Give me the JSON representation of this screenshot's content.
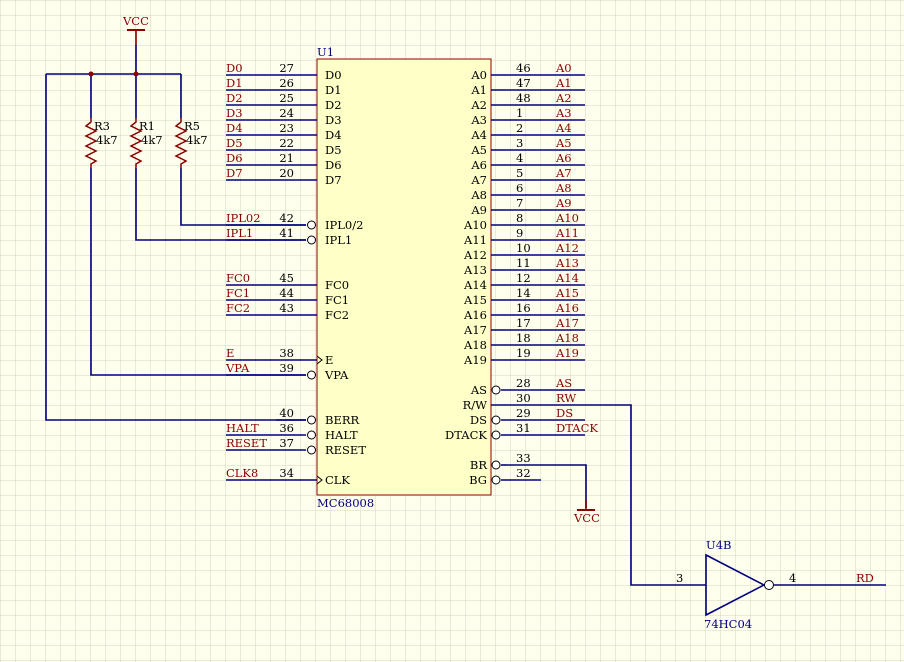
{
  "colors": {
    "background": "#ffffee",
    "grid": "#d4d4c4",
    "wire": "#000080",
    "net_label": "#8b0000",
    "chip_fill": "#ffffc8",
    "chip_border": "#8b0000",
    "designator": "#000080"
  },
  "u1": {
    "designator": "U1",
    "part": "MC68008",
    "left_pins": [
      {
        "num": "27",
        "name": "D0",
        "net": "D0",
        "bubble": false,
        "clock": false
      },
      {
        "num": "26",
        "name": "D1",
        "net": "D1",
        "bubble": false,
        "clock": false
      },
      {
        "num": "25",
        "name": "D2",
        "net": "D2",
        "bubble": false,
        "clock": false
      },
      {
        "num": "24",
        "name": "D3",
        "net": "D3",
        "bubble": false,
        "clock": false
      },
      {
        "num": "23",
        "name": "D4",
        "net": "D4",
        "bubble": false,
        "clock": false
      },
      {
        "num": "22",
        "name": "D5",
        "net": "D5",
        "bubble": false,
        "clock": false
      },
      {
        "num": "21",
        "name": "D6",
        "net": "D6",
        "bubble": false,
        "clock": false
      },
      {
        "num": "20",
        "name": "D7",
        "net": "D7",
        "bubble": false,
        "clock": false
      },
      {
        "num": "42",
        "name": "IPL0/2",
        "net": "IPL02",
        "bubble": true,
        "clock": false
      },
      {
        "num": "41",
        "name": "IPL1",
        "net": "IPL1",
        "bubble": true,
        "clock": false
      },
      {
        "num": "45",
        "name": "FC0",
        "net": "FC0",
        "bubble": false,
        "clock": false
      },
      {
        "num": "44",
        "name": "FC1",
        "net": "FC1",
        "bubble": false,
        "clock": false
      },
      {
        "num": "43",
        "name": "FC2",
        "net": "FC2",
        "bubble": false,
        "clock": false
      },
      {
        "num": "38",
        "name": "E",
        "net": "E",
        "bubble": false,
        "clock": true
      },
      {
        "num": "39",
        "name": "VPA",
        "net": "VPA",
        "bubble": true,
        "clock": false
      },
      {
        "num": "40",
        "name": "BERR",
        "net": "",
        "bubble": true,
        "clock": false
      },
      {
        "num": "36",
        "name": "HALT",
        "net": "HALT",
        "bubble": true,
        "clock": false
      },
      {
        "num": "37",
        "name": "RESET",
        "net": "RESET",
        "bubble": true,
        "clock": false
      },
      {
        "num": "34",
        "name": "CLK",
        "net": "CLK8",
        "bubble": false,
        "clock": true
      }
    ],
    "right_pins": [
      {
        "num": "46",
        "name": "A0",
        "net": "A0",
        "bubble": false
      },
      {
        "num": "47",
        "name": "A1",
        "net": "A1",
        "bubble": false
      },
      {
        "num": "48",
        "name": "A2",
        "net": "A2",
        "bubble": false
      },
      {
        "num": "1",
        "name": "A3",
        "net": "A3",
        "bubble": false
      },
      {
        "num": "2",
        "name": "A4",
        "net": "A4",
        "bubble": false
      },
      {
        "num": "3",
        "name": "A5",
        "net": "A5",
        "bubble": false
      },
      {
        "num": "4",
        "name": "A6",
        "net": "A6",
        "bubble": false
      },
      {
        "num": "5",
        "name": "A7",
        "net": "A7",
        "bubble": false
      },
      {
        "num": "6",
        "name": "A8",
        "net": "A8",
        "bubble": false
      },
      {
        "num": "7",
        "name": "A9",
        "net": "A9",
        "bubble": false
      },
      {
        "num": "8",
        "name": "A10",
        "net": "A10",
        "bubble": false
      },
      {
        "num": "9",
        "name": "A11",
        "net": "A11",
        "bubble": false
      },
      {
        "num": "10",
        "name": "A12",
        "net": "A12",
        "bubble": false
      },
      {
        "num": "11",
        "name": "A13",
        "net": "A13",
        "bubble": false
      },
      {
        "num": "12",
        "name": "A14",
        "net": "A14",
        "bubble": false
      },
      {
        "num": "14",
        "name": "A15",
        "net": "A15",
        "bubble": false
      },
      {
        "num": "16",
        "name": "A16",
        "net": "A16",
        "bubble": false
      },
      {
        "num": "17",
        "name": "A17",
        "net": "A17",
        "bubble": false
      },
      {
        "num": "18",
        "name": "A18",
        "net": "A18",
        "bubble": false
      },
      {
        "num": "19",
        "name": "A19",
        "net": "A19",
        "bubble": false
      },
      {
        "num": "28",
        "name": "AS",
        "net": "AS",
        "bubble": true
      },
      {
        "num": "30",
        "name": "R/W",
        "net": "RW",
        "bubble": false
      },
      {
        "num": "29",
        "name": "DS",
        "net": "DS",
        "bubble": true
      },
      {
        "num": "31",
        "name": "DTACK",
        "net": "DTACK",
        "bubble": true
      },
      {
        "num": "33",
        "name": "BR",
        "net": "",
        "bubble": true
      },
      {
        "num": "32",
        "name": "BG",
        "net": "",
        "bubble": true
      }
    ]
  },
  "resistors": [
    {
      "designator": "R3",
      "value": "4k7"
    },
    {
      "designator": "R1",
      "value": "4k7"
    },
    {
      "designator": "R5",
      "value": "4k7"
    }
  ],
  "vcc_top": "VCC",
  "vcc_br": "VCC",
  "u4": {
    "designator": "U4B",
    "part": "74HC04",
    "in_pin": "3",
    "out_pin": "4",
    "out_net": "RD"
  }
}
